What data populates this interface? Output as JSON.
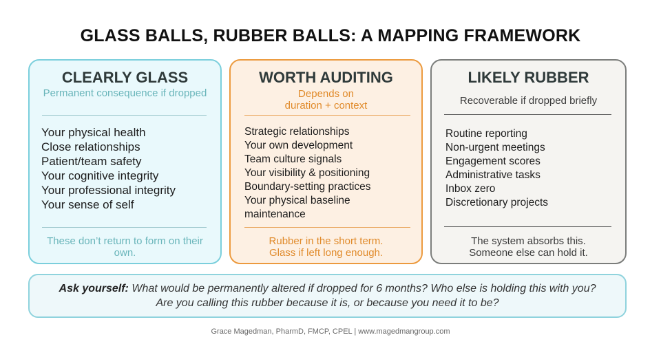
{
  "title": "GLASS BALLS, RUBBER BALLS: A MAPPING FRAMEWORK",
  "columns": {
    "glass": {
      "heading": "CLEARLY GLASS",
      "subtitle": "Permanent consequence if dropped",
      "items": [
        "Your physical health",
        "Close relationships",
        "Patient/team safety",
        "Your cognitive integrity",
        "Your professional integrity",
        "Your sense of self"
      ],
      "footer": "These don’t return to form on their own."
    },
    "audit": {
      "heading": "WORTH AUDITING",
      "subtitle_lines": [
        "Depends on",
        "duration + context"
      ],
      "items": [
        "Strategic relationships",
        "Your own development",
        "Team culture signals",
        "Your visibility & positioning",
        "Boundary-setting practices",
        "Your physical baseline",
        "maintenance"
      ],
      "footer_lines": [
        "Rubber in the short term.",
        "Glass if left long enough."
      ]
    },
    "rubber": {
      "heading": "LIKELY RUBBER",
      "subtitle": "Recoverable if dropped briefly",
      "items": [
        "Routine reporting",
        "Non-urgent meetings",
        "Engagement scores",
        "Administrative tasks",
        "Inbox zero",
        "Discretionary projects"
      ],
      "footer_lines": [
        "The system absorbs this.",
        "Someone else can hold it."
      ]
    }
  },
  "ask": {
    "label": "Ask yourself:",
    "text": " What would be permanently altered if dropped for 6 months? Who else is holding this with you? Are you calling this rubber because it is, or because you need it to be?"
  },
  "credit": "Grace Magedman, PharmD, FMCP, CPEL  |  www.magedmangroup.com"
}
